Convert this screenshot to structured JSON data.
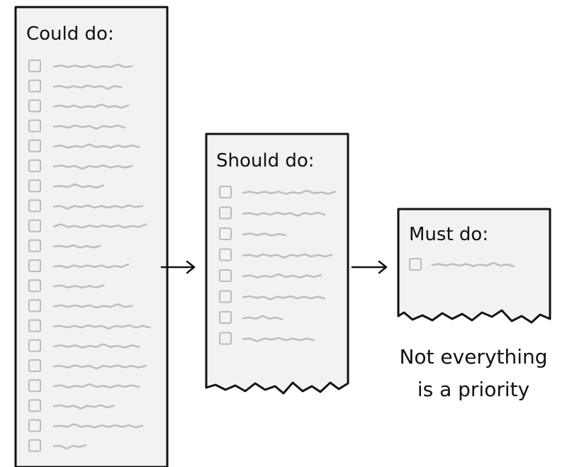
{
  "lists": [
    {
      "id": "could",
      "heading": "Could do:",
      "item_count": 20
    },
    {
      "id": "should",
      "heading": "Should do:",
      "item_count": 8
    },
    {
      "id": "must",
      "heading": "Must do:",
      "item_count": 1
    }
  ],
  "caption": {
    "line1": "Not everything",
    "line2": "is a priority"
  },
  "colors": {
    "paper": "#f2f2f2",
    "outline": "#111111",
    "placeholder": "#bbbbbb"
  }
}
